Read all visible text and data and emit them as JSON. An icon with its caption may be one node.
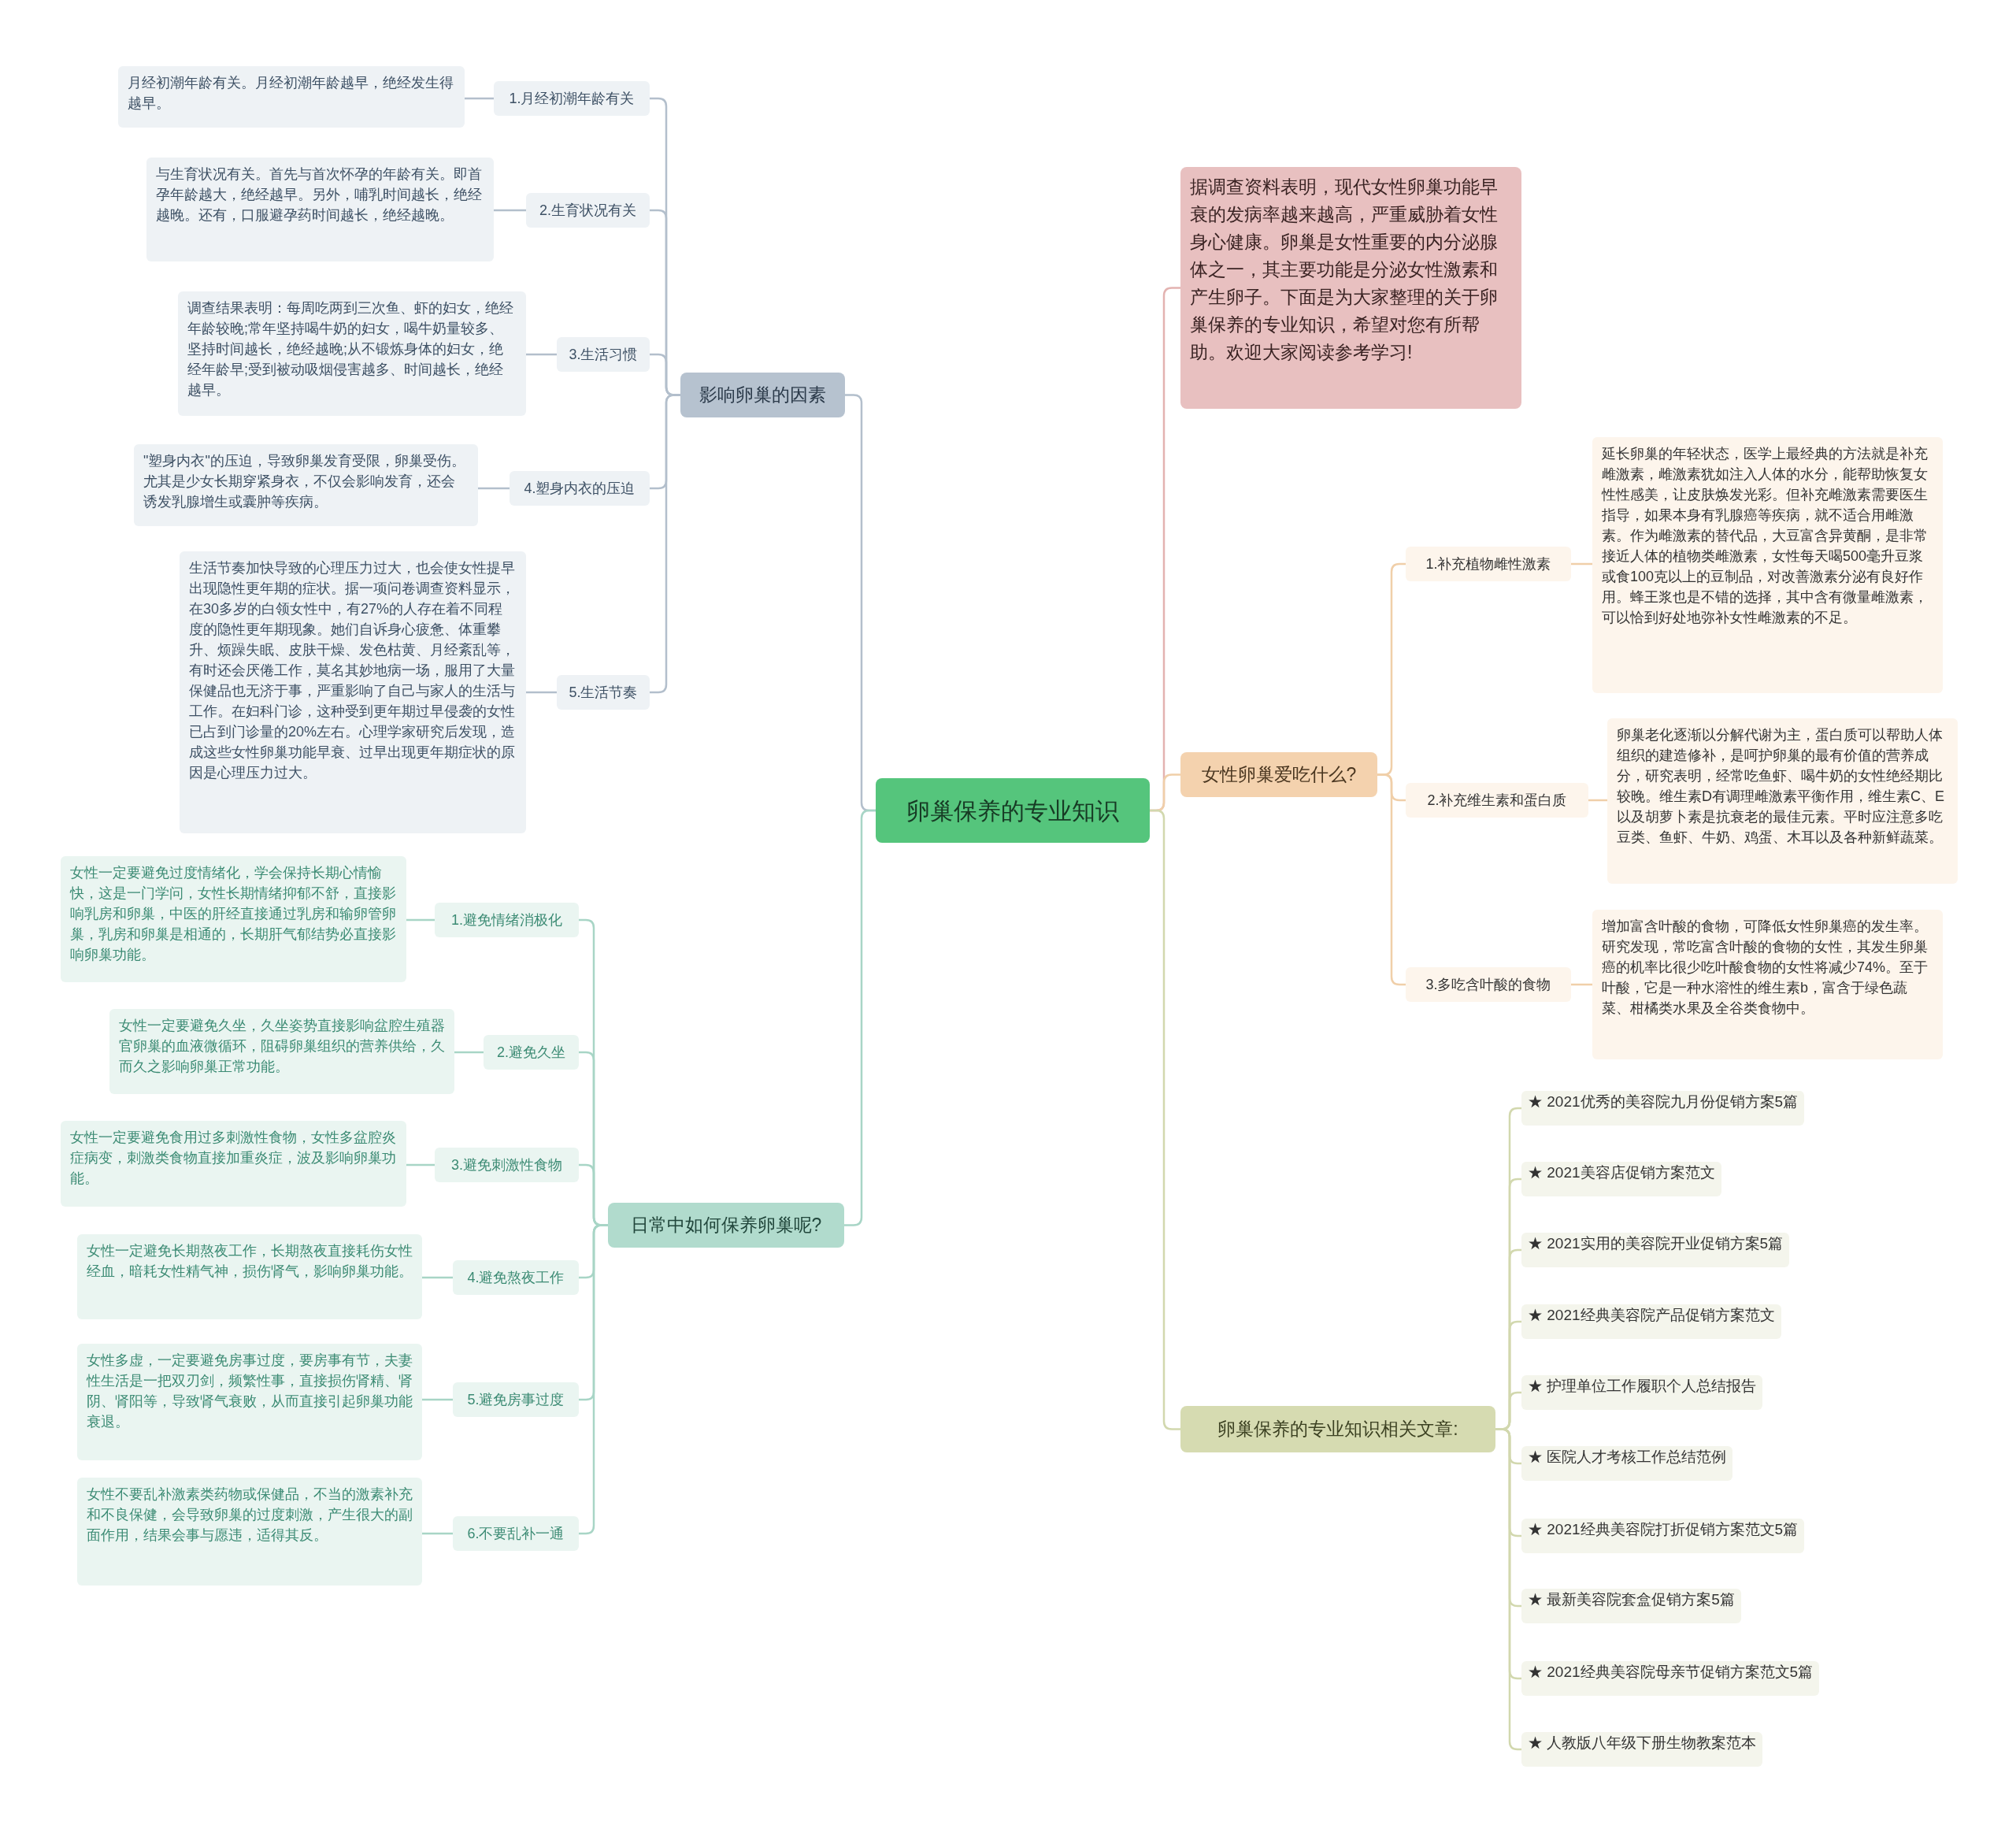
{
  "diagram": {
    "nodes": [
      {
        "text": [
          "卵巢保养的专业知识"
        ]
      },
      {
        "text": [
          "影响卵巢的因素"
        ]
      },
      {
        "text": [
          "1.月经初潮年龄有关"
        ]
      },
      {
        "text": [
          "月经初潮年龄有关。月经初潮年龄越早，绝经发生得越早。"
        ]
      },
      {
        "text": [
          "2.生育状况有关"
        ]
      },
      {
        "text": [
          "与生育状况有关。首先与首次怀孕的年龄有关。即首孕年龄越大，绝经越早。另外，哺乳时间越长，绝经越晚。还有，口服避孕药时间越长，绝经越晚。"
        ]
      },
      {
        "text": [
          "3.生活习惯"
        ]
      },
      {
        "text": [
          "调查结果表明：每周吃两到三次鱼、虾的妇女，绝经年龄较晚;常年坚持喝牛奶的妇女，喝牛奶量较多、坚持时间越长，绝经越晚;从不锻炼身体的妇女，绝经年龄早;受到被动吸烟侵害越多、时间越长，绝经越早。"
        ]
      },
      {
        "text": [
          "4.塑身内衣的压迫"
        ]
      },
      {
        "text": [
          "\"塑身内衣\"的压迫，导致卵巢发育受限，卵巢受伤。尤其是少女长期穿紧身衣，不仅会影响发育，还会诱发乳腺增生或囊肿等疾病。"
        ]
      },
      {
        "text": [
          "5.生活节奏"
        ]
      },
      {
        "text": [
          "生活节奏加快导致的心理压力过大，也会使女性提早出现隐性更年期的症状。据一项问卷调查资料显示，在30多岁的白领女性中，有27%的人存在着不同程度的隐性更年期现象。她们自诉身心疲惫、体重攀升、烦躁失眠、皮肤干燥、发色枯黄、月经紊乱等，有时还会厌倦工作，莫名其妙地病一场，服用了大量保健品也无济于事，严重影响了自己与家人的生活与工作。在妇科门诊，这种受到更年期过早侵袭的女性已占到门诊量的20%左右。心理学家研究后发现，造成这些女性卵巢功能早衰、过早出现更年期症状的原因是心理压力过大。"
        ]
      },
      {
        "text": [
          "日常中如何保养卵巢呢?"
        ]
      },
      {
        "text": [
          "1.避免情绪消极化"
        ]
      },
      {
        "text": [
          "女性一定要避免过度情绪化，学会保持长期心情愉快，这是一门学问，女性长期情绪抑郁不舒，直接影响乳房和卵巢，中医的肝经直接通过乳房和输卵管卵巢，乳房和卵巢是相通的，长期肝气郁结势必直接影响卵巢功能。"
        ]
      },
      {
        "text": [
          "2.避免久坐"
        ]
      },
      {
        "text": [
          "女性一定要避免久坐，久坐姿势直接影响盆腔生殖器官卵巢的血液微循环，阻碍卵巢组织的营养供给，久而久之影响卵巢正常功能。"
        ]
      },
      {
        "text": [
          "3.避免刺激性食物"
        ]
      },
      {
        "text": [
          "女性一定要避免食用过多刺激性食物，女性多盆腔炎症病变，刺激类食物直接加重炎症，波及影响卵巢功能。"
        ]
      },
      {
        "text": [
          "4.避免熬夜工作"
        ]
      },
      {
        "text": [
          "女性一定避免长期熬夜工作，长期熬夜直接耗伤女性经血，暗耗女性精气神，损伤肾气，影响卵巢功能。"
        ]
      },
      {
        "text": [
          "5.避免房事过度"
        ]
      },
      {
        "text": [
          "女性多虚，一定要避免房事过度，要房事有节，夫妻性生活是一把双刃剑，频繁性事，直接损伤肾精、肾阴、肾阳等，导致肾气衰败，从而直接引起卵巢功能衰退。"
        ]
      },
      {
        "text": [
          "6.不要乱补一通"
        ]
      },
      {
        "text": [
          "女性不要乱补激素类药物或保健品，不当的激素补充和不良保健，会导致卵巢的过度刺激，产生很大的副面作用，结果会事与愿违，适得其反。"
        ]
      },
      {
        "text": [
          "据调查资料表明，现代女性卵巢功能早衰的发病率越来越高，严重威胁着女性身心健康。卵巢是女性重要的内分泌腺体之一，其主要功能是分泌女性激素和产生卵子。下面是为大家整理的关于卵巢保养的专业知识，希望对您有所帮助。欢迎大家阅读参考学习!"
        ]
      },
      {
        "text": [
          "女性卵巢爱吃什么?"
        ]
      },
      {
        "text": [
          "1.补充植物雌性激素"
        ]
      },
      {
        "text": [
          "延长卵巢的年轻状态，医学上最经典的方法就是补充雌激素，雌激素犹如注入人体的水分，能帮助恢复女性性感美，让皮肤焕发光彩。但补充雌激素需要医生指导，如果本身有乳腺癌等疾病，就不适合用雌激素。作为雌激素的替代品，大豆富含异黄酮，是非常接近人体的植物类雌激素，女性每天喝500毫升豆浆或食100克以上的豆制品，对改善激素分泌有良好作用。蜂王浆也是不错的选择，其中含有微量雌激素，可以恰到好处地弥补女性雌激素的不足。"
        ]
      },
      {
        "text": [
          "2.补充维生素和蛋白质"
        ]
      },
      {
        "text": [
          "卵巢老化逐渐以分解代谢为主，蛋白质可以帮助人体组织的建造修补，是呵护卵巢的最有价值的营养成分，研究表明，经常吃鱼虾、喝牛奶的女性绝经期比较晚。维生素D有调理雌激素平衡作用，维生素C、E以及胡萝卜素是抗衰老的最佳元素。平时应注意多吃豆类、鱼虾、牛奶、鸡蛋、木耳以及各种新鲜蔬菜。"
        ]
      },
      {
        "text": [
          "3.多吃含叶酸的食物"
        ]
      },
      {
        "text": [
          "增加富含叶酸的食物，可降低女性卵巢癌的发生率。研究发现，常吃富含叶酸的食物的女性，其发生卵巢癌的机率比很少吃叶酸食物的女性将减少74%。至于叶酸，它是一种水溶性的维生素b，富含于绿色蔬菜、柑橘类水果及全谷类食物中。"
        ]
      },
      {
        "text": [
          "卵巢保养的专业知识相关文章:"
        ]
      },
      {
        "text": [
          "★ 2021优秀的美容院九月份促销方案5篇"
        ]
      },
      {
        "text": [
          "★ 2021美容店促销方案范文"
        ]
      },
      {
        "text": [
          "★ 2021实用的美容院开业促销方案5篇"
        ]
      },
      {
        "text": [
          "★ 2021经典美容院产品促销方案范文"
        ]
      },
      {
        "text": [
          "★ 护理单位工作履职个人总结报告"
        ]
      },
      {
        "text": [
          "★ 医院人才考核工作总结范例"
        ]
      },
      {
        "text": [
          "★ 2021经典美容院打折促销方案范文5篇"
        ]
      },
      {
        "text": [
          "★ 最新美容院套盒促销方案5篇"
        ]
      },
      {
        "text": [
          "★ 2021经典美容院母亲节促销方案范文5篇"
        ]
      },
      {
        "text": [
          "★ 人教版八年级下册生物教案范本"
        ]
      }
    ],
    "edges": [
      {
        "from": 0,
        "to": 1,
        "arrow": "none",
        "color": "#b3bfcc"
      },
      {
        "from": 1,
        "to": 2,
        "arrow": "none",
        "color": "#b3bfcc"
      },
      {
        "from": 2,
        "to": 3,
        "arrow": "none",
        "color": "#b3bfcc"
      },
      {
        "from": 1,
        "to": 4,
        "arrow": "none",
        "color": "#b3bfcc"
      },
      {
        "from": 4,
        "to": 5,
        "arrow": "none",
        "color": "#b3bfcc"
      },
      {
        "from": 1,
        "to": 6,
        "arrow": "none",
        "color": "#b3bfcc"
      },
      {
        "from": 6,
        "to": 7,
        "arrow": "none",
        "color": "#b3bfcc"
      },
      {
        "from": 1,
        "to": 8,
        "arrow": "none",
        "color": "#b3bfcc"
      },
      {
        "from": 8,
        "to": 9,
        "arrow": "none",
        "color": "#b3bfcc"
      },
      {
        "from": 1,
        "to": 10,
        "arrow": "none",
        "color": "#b3bfcc"
      },
      {
        "from": 10,
        "to": 11,
        "arrow": "none",
        "color": "#b3bfcc"
      },
      {
        "from": 0,
        "to": 12,
        "arrow": "none",
        "color": "#a8d5c6"
      },
      {
        "from": 12,
        "to": 13,
        "arrow": "none",
        "color": "#a8d5c6"
      },
      {
        "from": 13,
        "to": 14,
        "arrow": "none",
        "color": "#a8d5c6"
      },
      {
        "from": 12,
        "to": 15,
        "arrow": "none",
        "color": "#a8d5c6"
      },
      {
        "from": 15,
        "to": 16,
        "arrow": "none",
        "color": "#a8d5c6"
      },
      {
        "from": 12,
        "to": 17,
        "arrow": "none",
        "color": "#a8d5c6"
      },
      {
        "from": 17,
        "to": 18,
        "arrow": "none",
        "color": "#a8d5c6"
      },
      {
        "from": 12,
        "to": 19,
        "arrow": "none",
        "color": "#a8d5c6"
      },
      {
        "from": 19,
        "to": 20,
        "arrow": "none",
        "color": "#a8d5c6"
      },
      {
        "from": 12,
        "to": 21,
        "arrow": "none",
        "color": "#a8d5c6"
      },
      {
        "from": 21,
        "to": 22,
        "arrow": "none",
        "color": "#a8d5c6"
      },
      {
        "from": 12,
        "to": 23,
        "arrow": "none",
        "color": "#a8d5c6"
      },
      {
        "from": 23,
        "to": 24,
        "arrow": "none",
        "color": "#a8d5c6"
      },
      {
        "from": 0,
        "to": 25,
        "arrow": "none",
        "color": "#e3b3b1"
      },
      {
        "from": 0,
        "to": 26,
        "arrow": "none",
        "color": "#f0cfa9"
      },
      {
        "from": 26,
        "to": 27,
        "arrow": "none",
        "color": "#f0cfa9"
      },
      {
        "from": 27,
        "to": 28,
        "arrow": "none",
        "color": "#f0cfa9"
      },
      {
        "from": 26,
        "to": 29,
        "arrow": "none",
        "color": "#f0cfa9"
      },
      {
        "from": 29,
        "to": 30,
        "arrow": "none",
        "color": "#f0cfa9"
      },
      {
        "from": 26,
        "to": 31,
        "arrow": "none",
        "color": "#f0cfa9"
      },
      {
        "from": 31,
        "to": 32,
        "arrow": "none",
        "color": "#f0cfa9"
      },
      {
        "from": 0,
        "to": 33,
        "arrow": "none",
        "color": "#d2d8ae"
      },
      {
        "from": 33,
        "to": 34,
        "arrow": "none",
        "color": "#d2d8ae"
      },
      {
        "from": 33,
        "to": 35,
        "arrow": "none",
        "color": "#d2d8ae"
      },
      {
        "from": 33,
        "to": 36,
        "arrow": "none",
        "color": "#d2d8ae"
      },
      {
        "from": 33,
        "to": 37,
        "arrow": "none",
        "color": "#d2d8ae"
      },
      {
        "from": 33,
        "to": 38,
        "arrow": "none",
        "color": "#d2d8ae"
      },
      {
        "from": 33,
        "to": 39,
        "arrow": "none",
        "color": "#d2d8ae"
      },
      {
        "from": 33,
        "to": 40,
        "arrow": "none",
        "color": "#d2d8ae"
      },
      {
        "from": 33,
        "to": 41,
        "arrow": "none",
        "color": "#d2d8ae"
      },
      {
        "from": 33,
        "to": 42,
        "arrow": "none",
        "color": "#d2d8ae"
      },
      {
        "from": 33,
        "to": 43,
        "arrow": "none",
        "color": "#d2d8ae"
      }
    ]
  }
}
